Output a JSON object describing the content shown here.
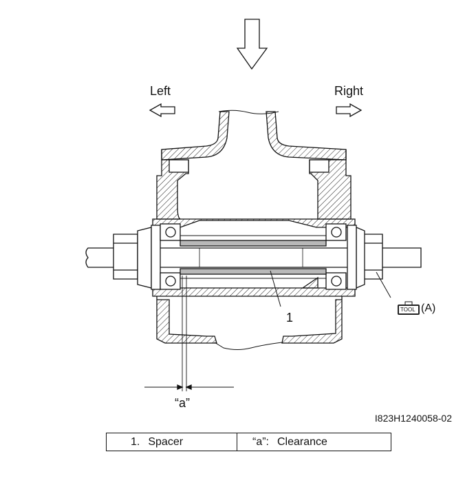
{
  "labels": {
    "left": "Left",
    "right": "Right",
    "part_1": "1",
    "clearance": "“a”",
    "tool_badge": "TOOL",
    "tool_ref": "(A)"
  },
  "figure_code": "I823H1240058-02",
  "legend": [
    {
      "key": "1.",
      "text": "Spacer"
    },
    {
      "key": "“a”:",
      "text": "Clearance"
    }
  ],
  "colors": {
    "line": "#111111",
    "spacer_fill": "#b8b8b8"
  }
}
